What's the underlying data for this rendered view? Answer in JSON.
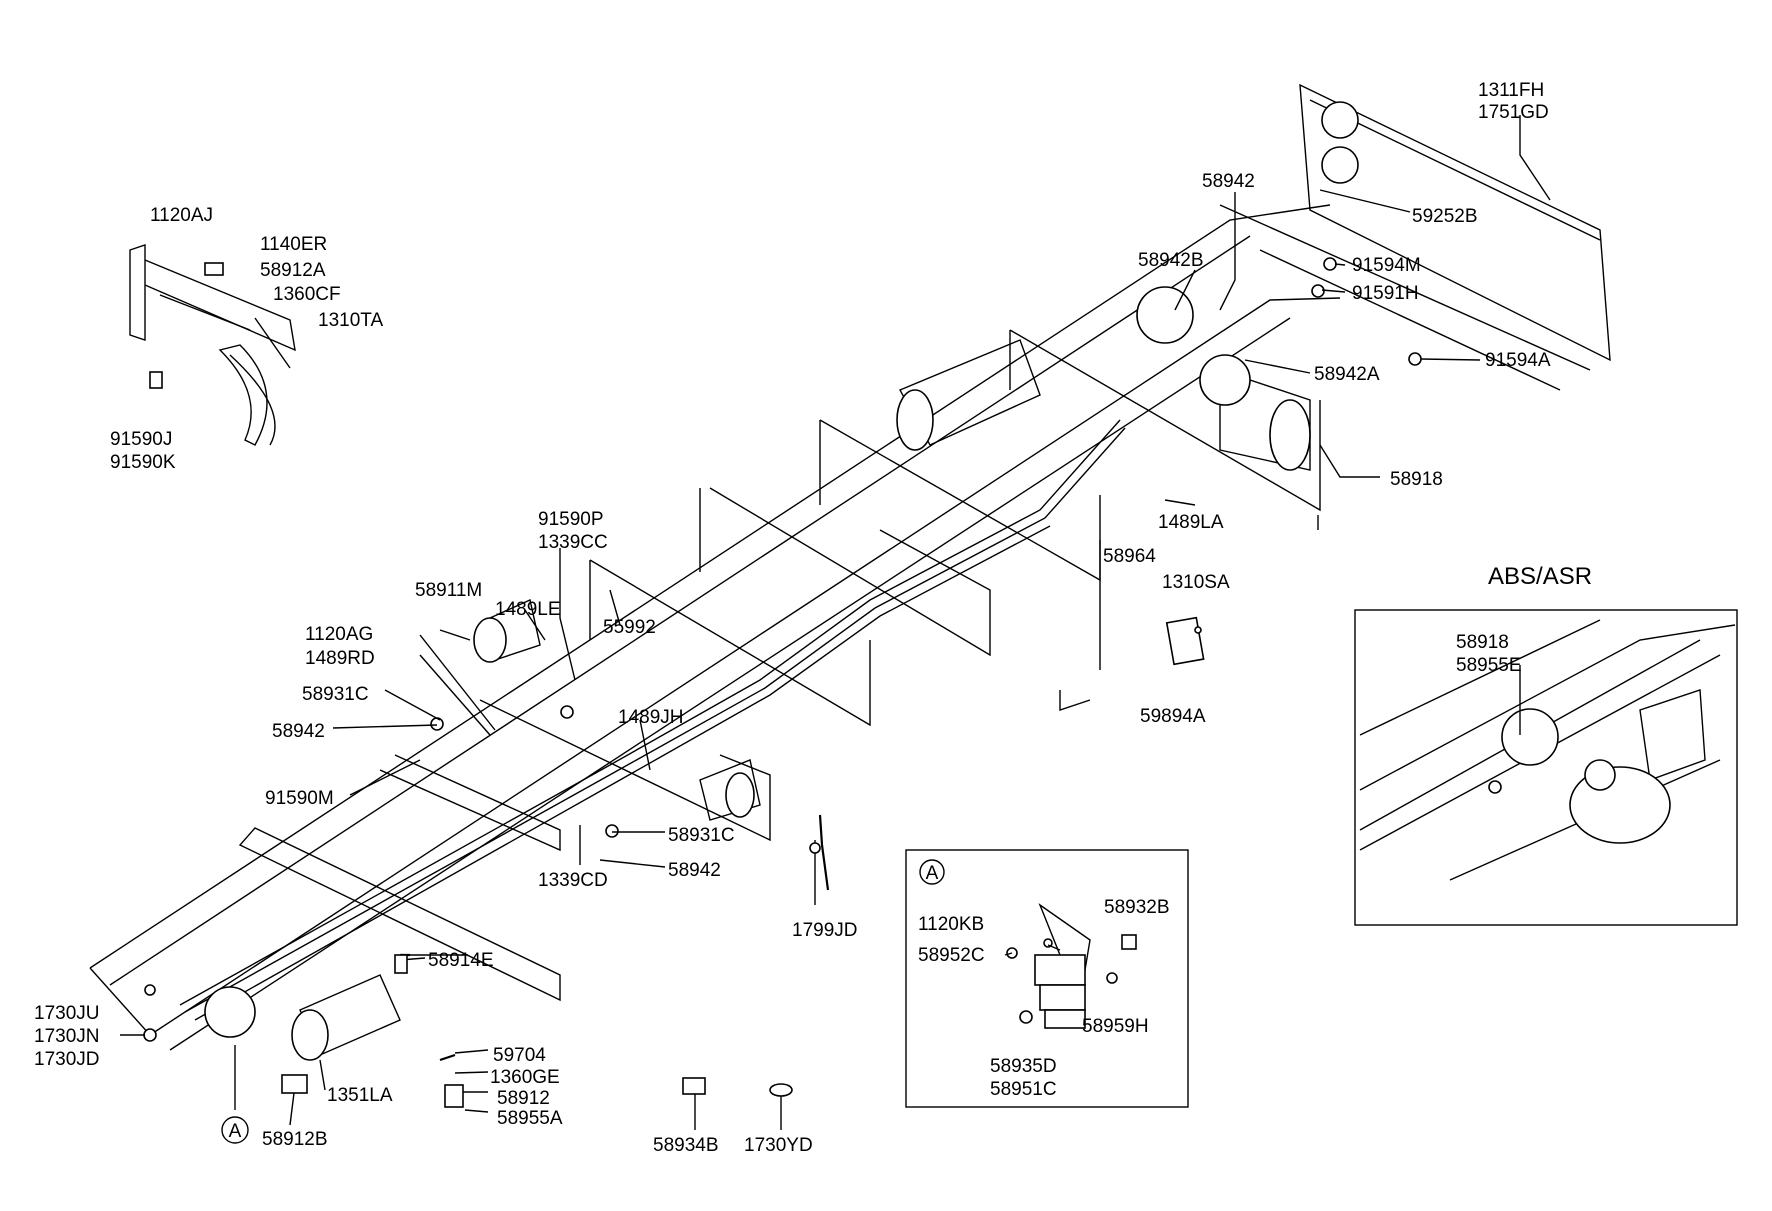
{
  "labels": {
    "l1311FH": "1311FH",
    "l1751GD": "1751GD",
    "l58942_top": "58942",
    "l59252B": "59252B",
    "l58942B": "58942B",
    "l91594M": "91594M",
    "l91591H": "91591H",
    "l58942A": "58942A",
    "l91594A": "91594A",
    "l58918": "58918",
    "l1489LA": "1489LA",
    "l58964": "58964",
    "l1310SA": "1310SA",
    "l59894A": "59894A",
    "l1120AJ": "1120AJ",
    "l1140ER": "1140ER",
    "l58912A": "58912A",
    "l1360CF": "1360CF",
    "l1310TA": "1310TA",
    "l91590J": "91590J",
    "l91590K": "91590K",
    "l91590P": "91590P",
    "l1339CC": "1339CC",
    "l58911M": "58911M",
    "l1489LE": "1489LE",
    "l55992": "55992",
    "l1120AG": "1120AG",
    "l1489RD": "1489RD",
    "l58931C_l": "58931C",
    "l58942_l": "58942",
    "l1489JH": "1489JH",
    "l91590M": "91590M",
    "l58931C_r": "58931C",
    "l58942_r": "58942",
    "l1339CD": "1339CD",
    "l1799JD": "1799JD",
    "l58914E": "58914E",
    "l1730JU": "1730JU",
    "l1730JN": "1730JN",
    "l1730JD": "1730JD",
    "l1351LA": "1351LA",
    "l59704": "59704",
    "l1360GE": "1360GE",
    "l58912": "58912",
    "l58955A": "58955A",
    "l58912B": "58912B",
    "l58934B": "58934B",
    "l1730YD": "1730YD",
    "refA_main": "A"
  },
  "detail_a": {
    "ref": "A",
    "labels": {
      "l1120KB": "1120KB",
      "l58932B": "58932B",
      "l58952C": "58952C",
      "l58959H": "58959H",
      "l58935D": "58935D",
      "l58951C": "58951C"
    }
  },
  "abs_asr": {
    "title": "ABS/ASR",
    "labels": {
      "l58918": "58918",
      "l58955E": "58955E"
    }
  }
}
